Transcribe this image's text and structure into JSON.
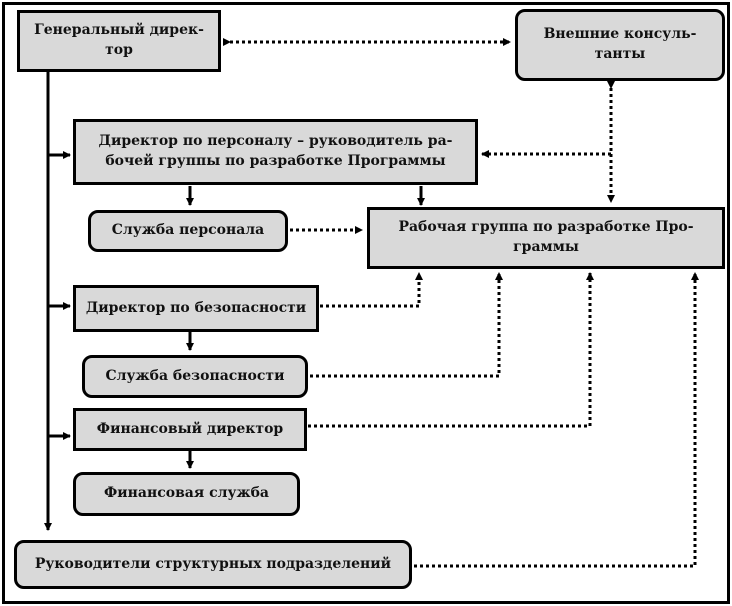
{
  "diagram": {
    "nodes": {
      "ceo": "Генеральный директор",
      "ceo_l1": "Генеральный дирек-",
      "ceo_l2": "тор",
      "consultants_l1": "Внешние консуль-",
      "consultants_l2": "танты",
      "hr_director_l1": "Директор по персоналу – руководитель ра-",
      "hr_director_l2": "бочей группы по разработке Программы",
      "hr_service": "Служба персонала",
      "working_group_l1": "Рабочая группа по разработке Про-",
      "working_group_l2": "граммы",
      "security_director": "Директор по безопасности",
      "security_service": "Служба безопасности",
      "cfo": "Финансовый директор",
      "finance_service": "Финансовая служба",
      "unit_heads": "Руководители структурных подразделений"
    },
    "edges": [
      {
        "from": "ceo",
        "to": "consultants",
        "style": "dotted",
        "direction": "both"
      },
      {
        "from": "ceo",
        "to": "hr_director",
        "style": "solid"
      },
      {
        "from": "ceo",
        "to": "security_director",
        "style": "solid"
      },
      {
        "from": "ceo",
        "to": "cfo",
        "style": "solid"
      },
      {
        "from": "ceo",
        "to": "unit_heads",
        "style": "solid"
      },
      {
        "from": "hr_director",
        "to": "hr_service",
        "style": "solid"
      },
      {
        "from": "hr_director",
        "to": "working_group",
        "style": "solid"
      },
      {
        "from": "consultants",
        "to": "hr_director",
        "style": "dotted"
      },
      {
        "from": "consultants",
        "to": "working_group",
        "style": "dotted",
        "direction": "both"
      },
      {
        "from": "hr_service",
        "to": "working_group",
        "style": "dotted"
      },
      {
        "from": "security_director",
        "to": "security_service",
        "style": "solid"
      },
      {
        "from": "security_director",
        "to": "working_group",
        "style": "dotted"
      },
      {
        "from": "security_service",
        "to": "working_group",
        "style": "dotted"
      },
      {
        "from": "cfo",
        "to": "finance_service",
        "style": "solid"
      },
      {
        "from": "cfo",
        "to": "working_group",
        "style": "dotted"
      },
      {
        "from": "unit_heads",
        "to": "working_group",
        "style": "dotted"
      }
    ]
  }
}
